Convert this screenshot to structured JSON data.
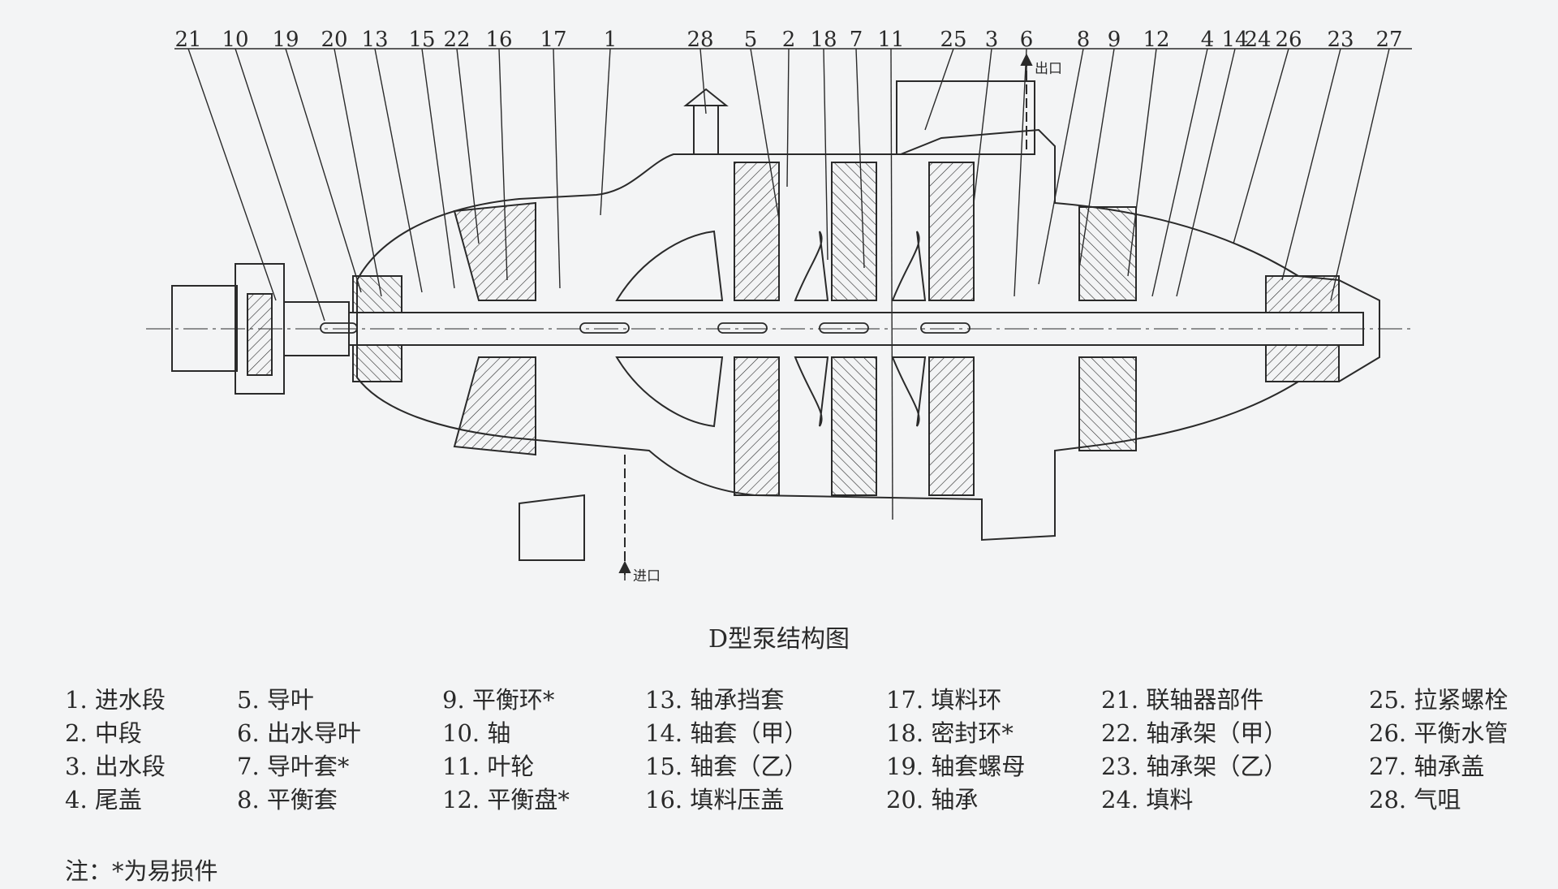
{
  "figure_title": "D型泵结构图",
  "callouts": [
    "21",
    "10",
    "19",
    "20",
    "13",
    "15",
    "22",
    "16",
    "17",
    "1",
    "28",
    "5",
    "2",
    "18",
    "7",
    "11",
    "25",
    "3",
    "6",
    "8",
    "9",
    "12",
    "4",
    "14",
    "24",
    "26",
    "23",
    "27"
  ],
  "ports": {
    "outlet": "出口",
    "inlet": "进口"
  },
  "legend": [
    [
      "1. 进水段",
      "2. 中段",
      "3. 出水段",
      "4. 尾盖"
    ],
    [
      "5. 导叶",
      "6. 出水导叶",
      "7. 导叶套*",
      "8. 平衡套"
    ],
    [
      "9.  平衡环*",
      "10. 轴",
      "11. 叶轮",
      "12. 平衡盘*"
    ],
    [
      "13. 轴承挡套",
      "14. 轴套（甲）",
      "15. 轴套（乙）",
      "16. 填料压盖"
    ],
    [
      "17. 填料环",
      "18. 密封环*",
      "19. 轴套螺母",
      "20. 轴承"
    ],
    [
      "21. 联轴器部件",
      "22. 轴承架（甲）",
      "23. 轴承架（乙）",
      "24. 填料"
    ],
    [
      "25. 拉紧螺栓",
      "26. 平衡水管",
      "27. 轴承盖",
      "28. 气咀"
    ]
  ],
  "footnote": "注：*为易损件",
  "colors": {
    "line": "#2a2a2a",
    "background": "#f3f4f5"
  }
}
